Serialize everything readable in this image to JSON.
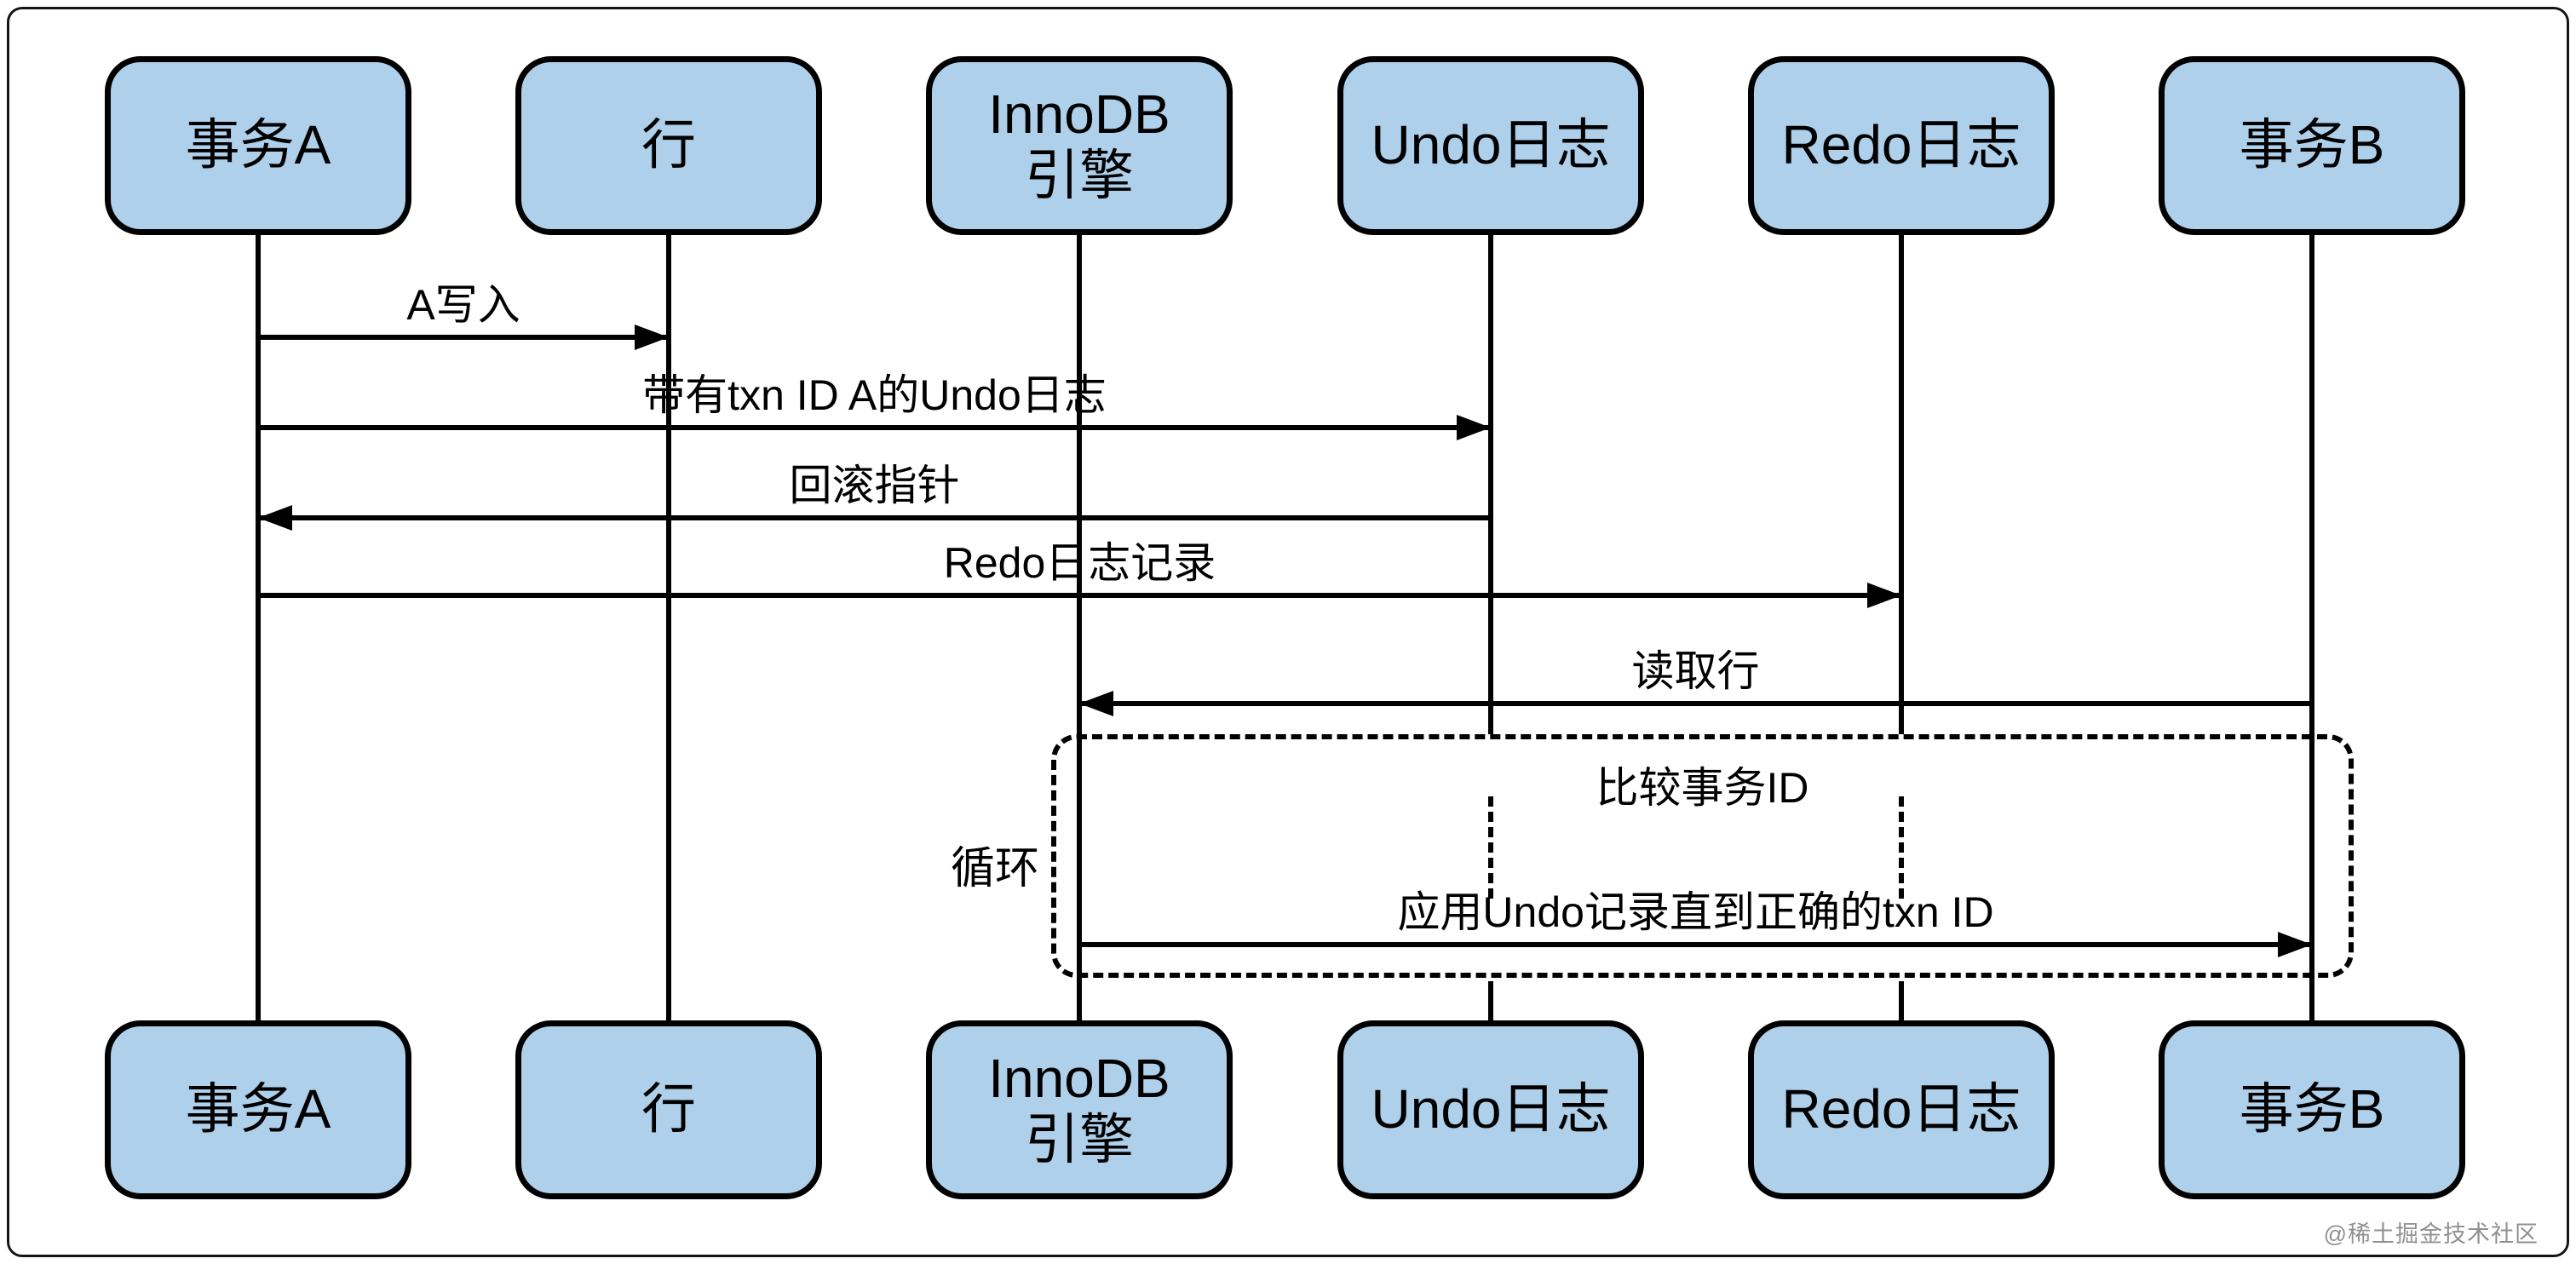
{
  "diagram": {
    "type": "sequence",
    "watermark": "@稀土掘金技术社区"
  },
  "actors": [
    {
      "label": "事务A"
    },
    {
      "label": "行"
    },
    {
      "label": "InnoDB\n引擎"
    },
    {
      "label": "Undo日志"
    },
    {
      "label": "Redo日志"
    },
    {
      "label": "事务B"
    }
  ],
  "messages": [
    {
      "label": "A写入",
      "from": "事务A",
      "to": "行",
      "arrow": "right",
      "line": "solid"
    },
    {
      "label": "带有txn ID A的Undo日志",
      "from": "事务A",
      "to": "Undo日志",
      "arrow": "right",
      "line": "solid"
    },
    {
      "label": "回滚指针",
      "from": "Undo日志",
      "to": "事务A",
      "arrow": "left",
      "line": "solid"
    },
    {
      "label": "Redo日志记录",
      "from": "事务A",
      "to": "Redo日志",
      "arrow": "right",
      "line": "solid"
    },
    {
      "label": "读取行",
      "from": "事务B",
      "to": "InnoDB引擎",
      "arrow": "left",
      "line": "solid"
    }
  ],
  "loop": {
    "label": "循环",
    "steps": [
      {
        "label": "比较事务ID",
        "type": "note"
      },
      {
        "label": "应用Undo记录直到正确的txn ID",
        "from": "InnoDB引擎",
        "to": "事务B",
        "arrow": "right",
        "line": "solid"
      }
    ]
  },
  "colors": {
    "background": "#ffffff",
    "actor_fill": "#aed0ea",
    "actor_border": "#000000",
    "line": "#000000",
    "watermark_text": "#909090"
  }
}
